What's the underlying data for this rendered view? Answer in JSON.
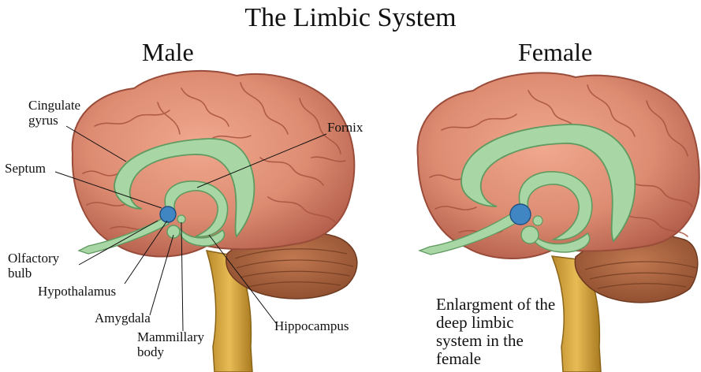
{
  "title": "The Limbic System",
  "panels": {
    "male": "Male",
    "female": "Female"
  },
  "labels": {
    "cingulate_gyrus": "Cingulate gyrus",
    "fornix": "Fornix",
    "septum": "Septum",
    "olfactory_bulb": "Olfactory bulb",
    "hypothalamus": "Hypothalamus",
    "amygdala": "Amygdala",
    "mammillary_body": "Mammillary body",
    "hippocampus": "Hippocampus"
  },
  "note": "Enlargment of the deep limbic system in the female",
  "colors": {
    "cortex": "#dd8c72",
    "cortex_dark": "#b45f4c",
    "cerebellum": "#a8603d",
    "brainstem": "#d9a63c",
    "limbic": "#a9d6a5",
    "limbic_dark": "#5f9a60",
    "hypothalamus": "#3f86c2"
  }
}
